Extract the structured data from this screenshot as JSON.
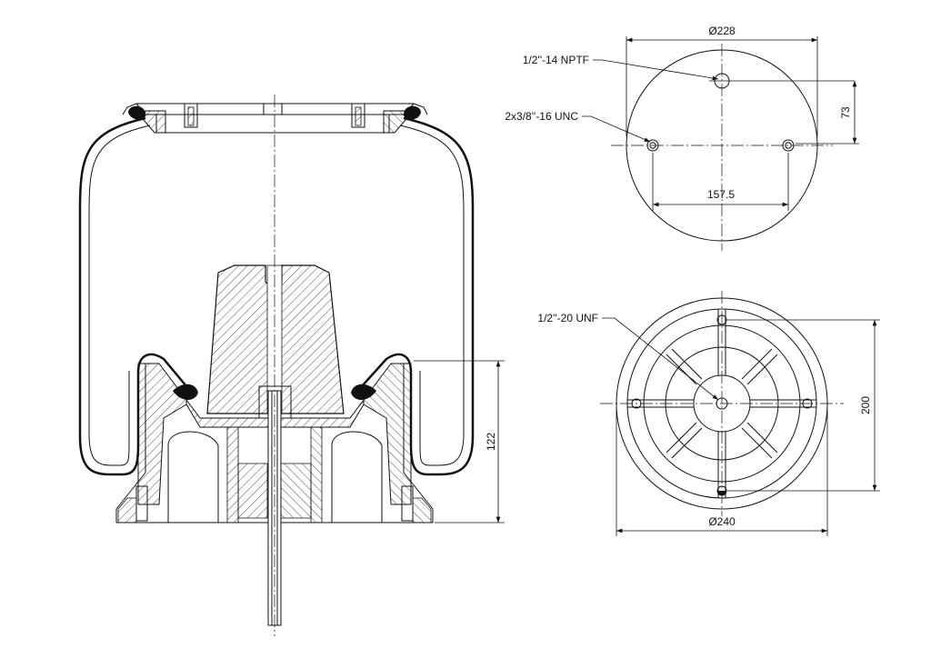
{
  "drawing": {
    "side_view": {
      "height_dimension": "122"
    },
    "top_view": {
      "diameter": "Ø228",
      "center_port_thread": "1/2''-14 NPTF",
      "mounting_threads": "2x3/8''-16 UNC",
      "port_offset": "73",
      "stud_spacing": "157.5"
    },
    "bottom_view": {
      "stud_thread": "1/2''-20 UNF",
      "height_dimension": "200",
      "diameter": "Ø240"
    }
  }
}
